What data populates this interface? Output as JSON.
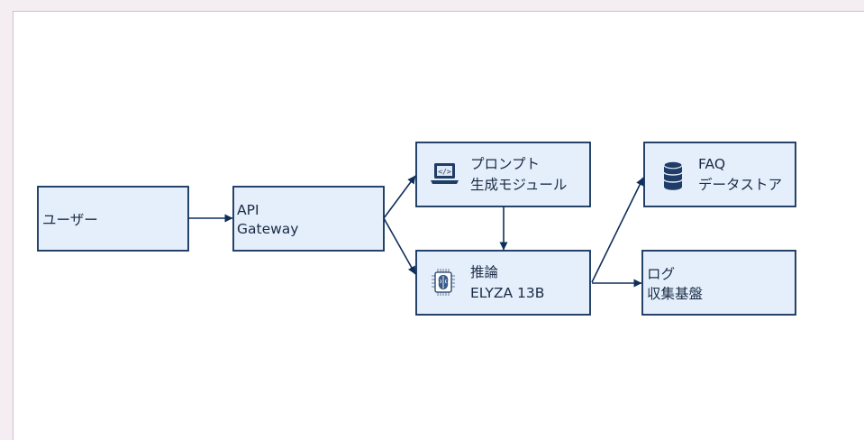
{
  "colors": {
    "node_fill": "#e5effc",
    "node_stroke": "#0f2f5a",
    "edge": "#0f2f5a",
    "page_bg": "#f4eef2",
    "canvas_bg": "#ffffff"
  },
  "nodes": {
    "user": {
      "label": "ユーザー"
    },
    "api_gateway": {
      "label_line1": "API",
      "label_line2": "Gateway"
    },
    "prompt": {
      "label_line1": "プロンプト",
      "label_line2": "生成モジュール",
      "icon": "laptop-code-icon"
    },
    "inference": {
      "label_line1": "推論",
      "label_line2": "ELYZA 13B",
      "icon": "ai-chip-icon"
    },
    "faq": {
      "label_line1": "FAQ",
      "label_line2": "データストア",
      "icon": "database-icon"
    },
    "log": {
      "label_line1": "ログ",
      "label_line2": "収集基盤"
    }
  }
}
